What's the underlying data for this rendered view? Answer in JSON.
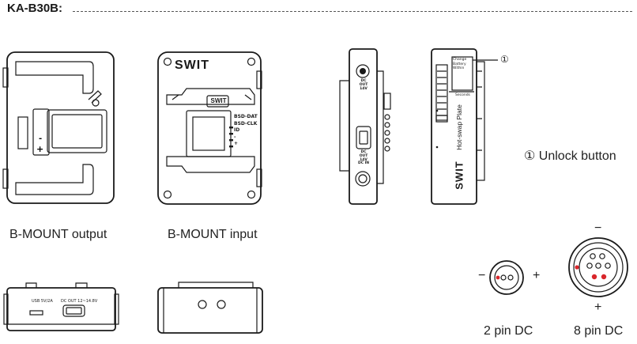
{
  "header": {
    "model": "KA-B30B:"
  },
  "views": {
    "output_caption": "B-MOUNT output",
    "input_caption": "B-MOUNT input"
  },
  "input_plate": {
    "brand": "SWIT",
    "badge": "SWIT",
    "port_labels": [
      "BSD-DAT",
      "BSD-CLK",
      "ID",
      "-",
      "+"
    ]
  },
  "side_views": {
    "dc_out_label": "DC OUT 14V",
    "dc_out_label2": "DC OUT 14V",
    "dc_in_label": "DC IN",
    "unlock_marker": "①",
    "change_battery_lines": [
      "Change",
      "Battery",
      "Within"
    ],
    "seconds_text": "Seconds",
    "hot_swap_text": "Hot-swap Plate",
    "side_brand": "SWIT"
  },
  "bottom_views": {
    "usb_label": "USB 5V/2A",
    "dc_out_range": "DC OUT 12~14.8V"
  },
  "legend": {
    "unlock": "① Unlock button",
    "minus": "−",
    "plus": "+",
    "pin2_caption": "2 pin DC",
    "pin8_caption": "8 pin DC",
    "pin_color": "#d9262b"
  }
}
